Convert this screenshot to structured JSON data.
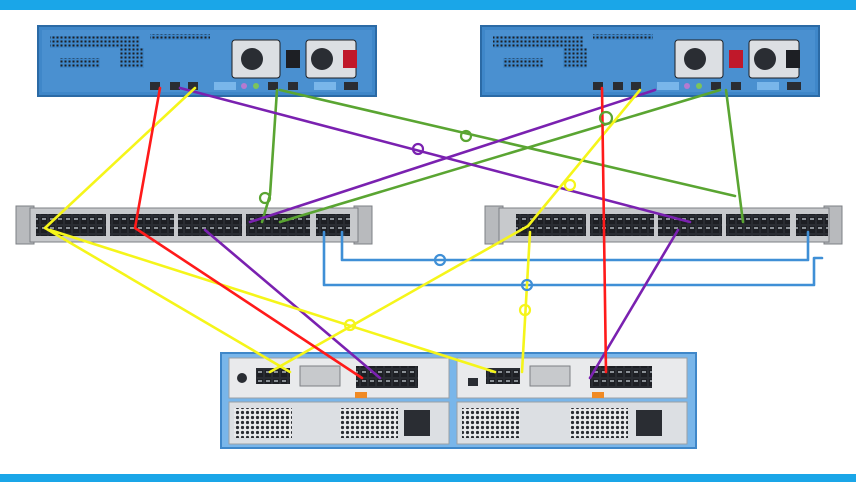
{
  "colors": {
    "frame": "#1aa6e8",
    "chassis_blue": "#3f87c9",
    "chassis_blue_light": "#79b6ea",
    "panel_dark": "#1d1f24",
    "port_dark": "#2a2d33",
    "switch_body": "#c7c9cc",
    "storage_body": "#e9eaec",
    "cable_red": "#ff1a1a",
    "cable_yellow": "#f5f51a",
    "cable_purple": "#7a21b0",
    "cable_green": "#5aa532",
    "cable_blue": "#3f8fd6"
  },
  "devices": {
    "servers": [
      {
        "name": "server-left",
        "icon": "rack-server-icon"
      },
      {
        "name": "server-right",
        "icon": "rack-server-icon"
      }
    ],
    "switches": [
      {
        "name": "switch-left",
        "icon": "network-switch-icon"
      },
      {
        "name": "switch-right",
        "icon": "network-switch-icon"
      }
    ],
    "storage": {
      "name": "storage-array",
      "icon": "storage-array-icon",
      "controllers": 2
    }
  },
  "cables": [
    {
      "name": "cable-red-left",
      "color": "red"
    },
    {
      "name": "cable-red-right",
      "color": "red"
    },
    {
      "name": "cable-yellow-1",
      "color": "yellow"
    },
    {
      "name": "cable-yellow-2",
      "color": "yellow"
    },
    {
      "name": "cable-yellow-3",
      "color": "yellow"
    },
    {
      "name": "cable-yellow-4",
      "color": "yellow"
    },
    {
      "name": "cable-purple-1",
      "color": "purple"
    },
    {
      "name": "cable-purple-2",
      "color": "purple"
    },
    {
      "name": "cable-purple-3",
      "color": "purple"
    },
    {
      "name": "cable-purple-4",
      "color": "purple"
    },
    {
      "name": "cable-green-1",
      "color": "green"
    },
    {
      "name": "cable-green-2",
      "color": "green"
    },
    {
      "name": "cable-green-3",
      "color": "green"
    },
    {
      "name": "cable-green-4",
      "color": "green"
    },
    {
      "name": "cable-blue-1",
      "color": "blue"
    },
    {
      "name": "cable-blue-2",
      "color": "blue"
    }
  ]
}
